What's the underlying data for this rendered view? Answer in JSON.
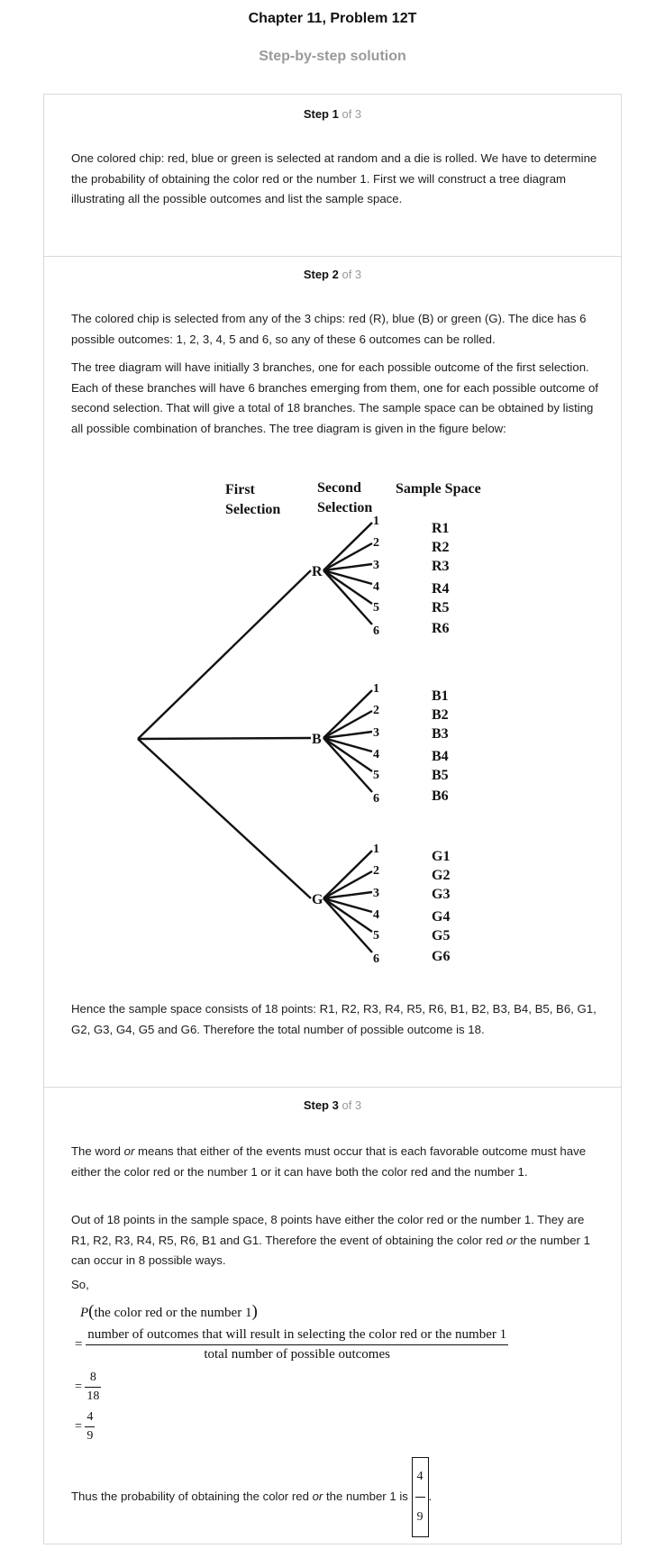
{
  "header": {
    "title": "Chapter 11, Problem 12T",
    "subtitle": "Step-by-step solution"
  },
  "steps": [
    {
      "label": "Step 1",
      "of": "of 3",
      "paragraphs": [
        "One colored chip: red, blue or green is selected at random and a die is rolled. We have to determine the probability of obtaining the color red or the number 1. First we will construct a tree diagram illustrating all the possible outcomes and list the sample space."
      ]
    },
    {
      "label": "Step 2",
      "of": "of 3",
      "paragraphs": [
        "The colored chip is selected from any of the 3 chips: red (R), blue (B) or green (G). The dice has 6 possible outcomes: 1, 2, 3, 4, 5 and 6, so any of these 6 outcomes can be rolled.",
        "The tree diagram will have initially 3 branches, one for each possible outcome of the first selection. Each of these branches will have 6 branches emerging from them, one for each possible outcome of second selection. That will give a total of 18 branches. The sample space can be obtained by listing all possible combination of branches. The tree diagram is given in the figure below:",
        "Hence the sample space consists of 18 points: R1, R2, R3, R4, R5, R6, B1, B2, B3, B4, B5, B6, G1, G2, G3, G4, G5 and G6. Therefore the total number of possible outcome is 18."
      ]
    },
    {
      "label": "Step 3",
      "of": "of 3",
      "p1_before": "The word ",
      "p1_em": "or",
      "p1_after": " means that either of the events must occur that is each favorable outcome must have either the color red or the number 1 or it can have both the color red and the number 1.",
      "p2_before": "Out of 18 points in the sample space, 8 points have either the color red or the number 1. They are R1, R2, R3, R4, R5, R6, B1 and G1. Therefore the event of obtaining the color red ",
      "p2_em": "or",
      "p2_after": " the number 1 can occur in 8 possible ways.",
      "so": "So,",
      "conc_before": "Thus the probability of obtaining the color red ",
      "conc_em": "or",
      "conc_after": " the number 1 is ",
      "conc_end": "."
    }
  ],
  "tree": {
    "header_first": [
      "First",
      "Selection"
    ],
    "header_second": [
      "Second",
      "Selection"
    ],
    "header_sample": "Sample Space",
    "groups": [
      {
        "node": "R",
        "outcomes": [
          "1",
          "2",
          "3",
          "4",
          "5",
          "6"
        ],
        "sample": [
          "R1",
          "R2",
          "R3",
          "R4",
          "R5",
          "R6"
        ]
      },
      {
        "node": "B",
        "outcomes": [
          "1",
          "2",
          "3",
          "4",
          "5",
          "6"
        ],
        "sample": [
          "B1",
          "B2",
          "B3",
          "B4",
          "B5",
          "B6"
        ]
      },
      {
        "node": "G",
        "outcomes": [
          "1",
          "2",
          "3",
          "4",
          "5",
          "6"
        ],
        "sample": [
          "G1",
          "G2",
          "G3",
          "G4",
          "G5",
          "G6"
        ]
      }
    ]
  },
  "formula": {
    "line1_P": "P",
    "line1_arg": "the color red or the number 1",
    "eq": "=",
    "frac1_num": "number of outcomes that will result in selecting the color red or the number 1",
    "frac1_den": "total number of possible outcomes",
    "frac2_num": "8",
    "frac2_den": "18",
    "frac3_num": "4",
    "frac3_den": "9",
    "answer_num": "4",
    "answer_den": "9"
  }
}
